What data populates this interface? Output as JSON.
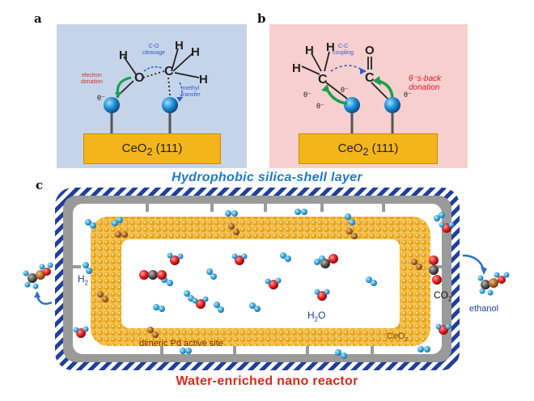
{
  "panel_a": {
    "label": "a",
    "surface_main": "CeO",
    "surface_sub": "2",
    "surface_suffix": " (111)",
    "cleavage_line1": "C-O",
    "cleavage_line2": "cleavage",
    "donation_line1": "electron",
    "donation_line2": "donation",
    "methyl_line1": "methyl",
    "methyl_line2": "transfer",
    "atom_O": "O",
    "atom_C": "C",
    "atom_H": "H",
    "electron": "θ⁻"
  },
  "panel_b": {
    "label": "b",
    "surface_main": "CeO",
    "surface_sub": "2",
    "surface_suffix": " (111)",
    "coupling_line1": "C-C",
    "coupling_line2": "coupling",
    "donation_line1": "θ⁻s-back",
    "donation_line2": "donation",
    "atom_O": "O",
    "atom_C": "C",
    "atom_H": "H",
    "electron": "θ⁻"
  },
  "panel_c": {
    "label": "c",
    "top_title": "Hydrophobic silica-shell layer",
    "bottom_title": "Water-enriched nano reactor",
    "h2_label": "H",
    "h2_sub": "2",
    "h2o_label_a": "H",
    "h2o_sub": "2",
    "h2o_label_b": "O",
    "co2_label": "CO",
    "co2_sub": "2",
    "ethanol_label": "ethanol",
    "active_site_label": "dimeric Pd active site",
    "ceo2_label": "CeO",
    "ceo2_sub": "2"
  },
  "colors": {
    "panel_a_bg": "#c6d4ea",
    "panel_b_bg": "#f7cfcf",
    "ceo2_bar": "#f4b51a",
    "shell_blue": "#1f3f9a",
    "title_blue": "#1f7ad1",
    "title_red": "#e0261b",
    "oxygen_red": "#e02020",
    "carbon_gray": "#555555",
    "hydrogen_blue": "#3fa5da"
  }
}
